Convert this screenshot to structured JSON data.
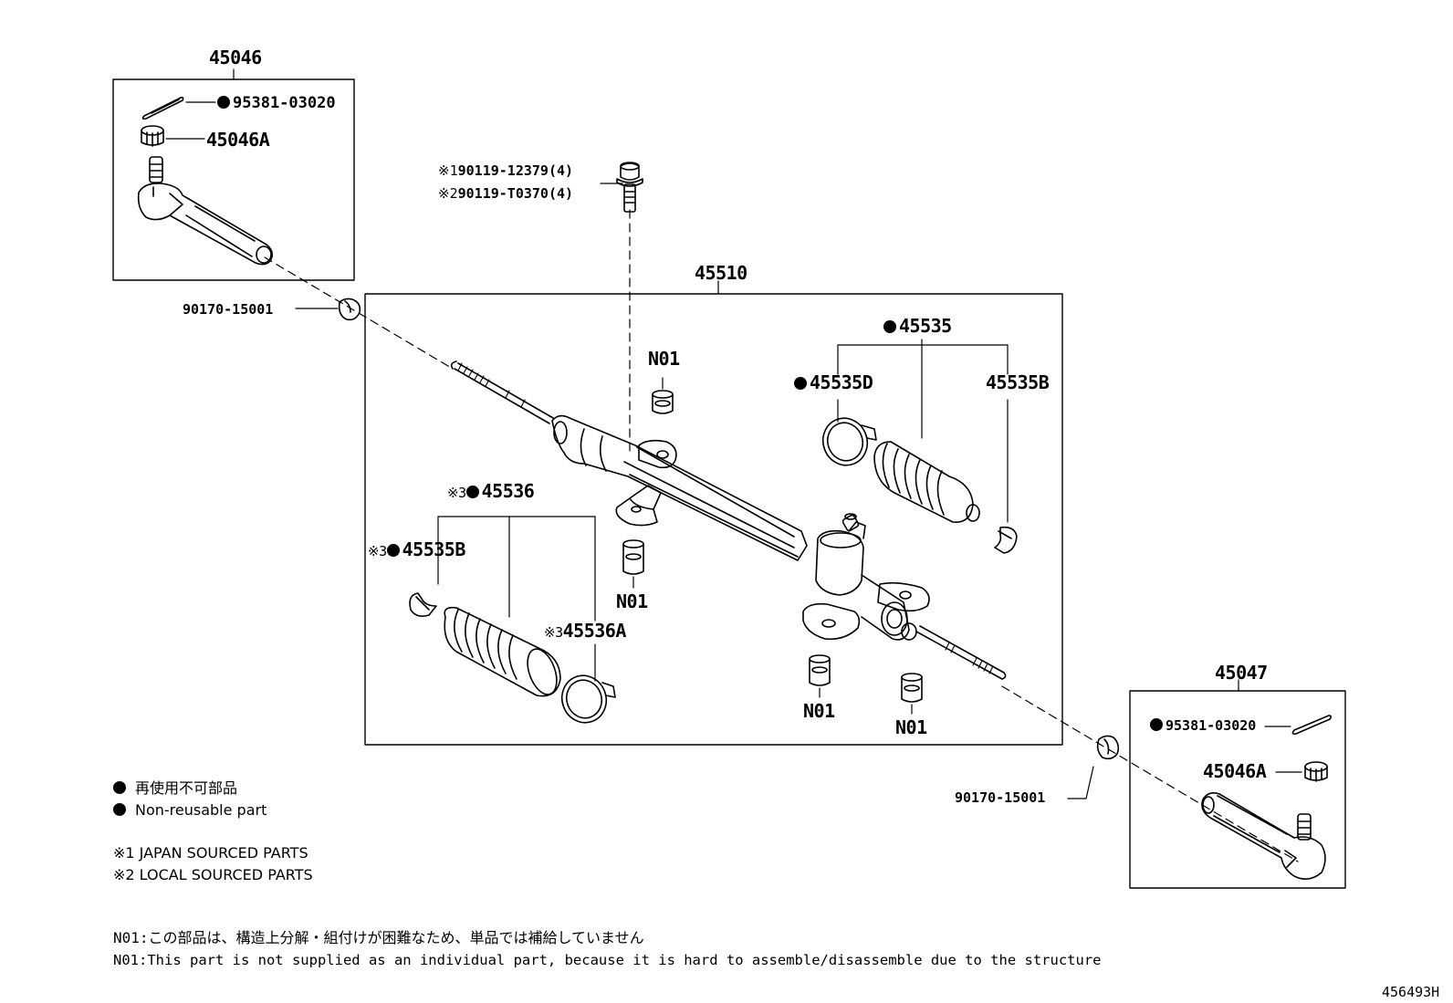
{
  "labels": {
    "assy_left": "45046",
    "assy_right": "45047",
    "rack_assy": "45510",
    "cotter_left": "95381-03020",
    "cotter_right": "95381-03020",
    "nut_left": "45046A",
    "nut_right": "45046A",
    "bolt_line1_mark": "※1",
    "bolt_line1": "90119-12379(4)",
    "bolt_line2_mark": "※2",
    "bolt_line2": "90119-T0370(4)",
    "grommet_left": "90170-15001",
    "grommet_right": "90170-15001",
    "boot_kit_right": "45535",
    "clamp_right": "45535D",
    "clip_right": "45535B",
    "boot_kit_left_mark": "※3",
    "boot_kit_left": "45536",
    "clip_left_mark": "※3",
    "clip_left": "45535B",
    "clamp_left_mark": "※3",
    "clamp_left": "45536A",
    "n01_a": "N01",
    "n01_b": "N01",
    "n01_c": "N01",
    "n01_d": "N01"
  },
  "legend": {
    "jp": "再使用不可部品",
    "en": "Non-reusable part"
  },
  "sourcing": {
    "line1": "※1 JAPAN SOURCED PARTS",
    "line2": "※2 LOCAL SOURCED PARTS"
  },
  "footnotes": {
    "jp": "N01:この部品は、構造上分解・組付けが困難なため、単品では補給していません",
    "en": "N01:This part is not supplied as an individual part, because it is hard to assemble/disassemble due to the structure"
  },
  "diagram_code": "456493H"
}
